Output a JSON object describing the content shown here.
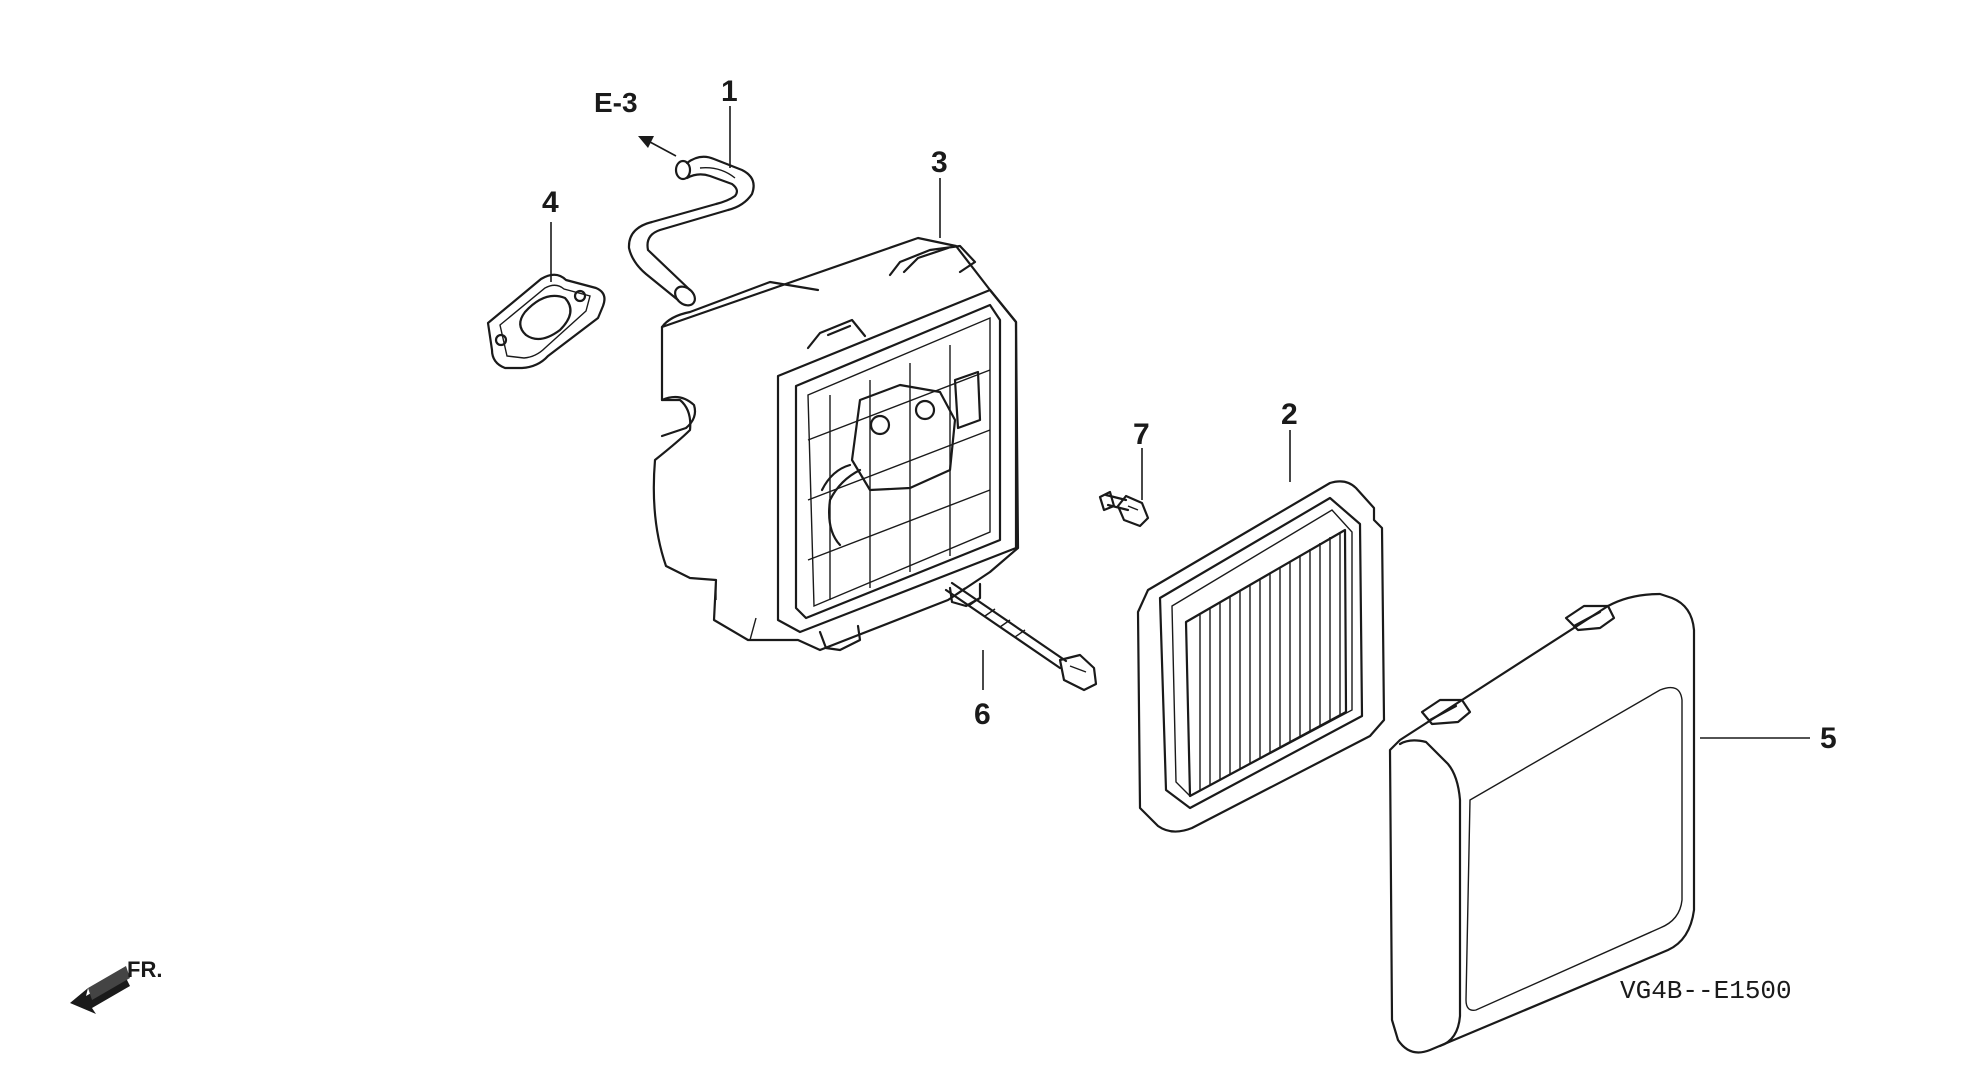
{
  "diagram": {
    "callouts": {
      "1": "1",
      "2": "2",
      "3": "3",
      "4": "4",
      "5": "5",
      "6": "6",
      "7": "7"
    },
    "reference": "E-3",
    "front_indicator": "FR.",
    "drawing_code": "VG4B--E1500",
    "colors": {
      "ink": "#1a1a1a",
      "paper": "#ffffff"
    }
  }
}
